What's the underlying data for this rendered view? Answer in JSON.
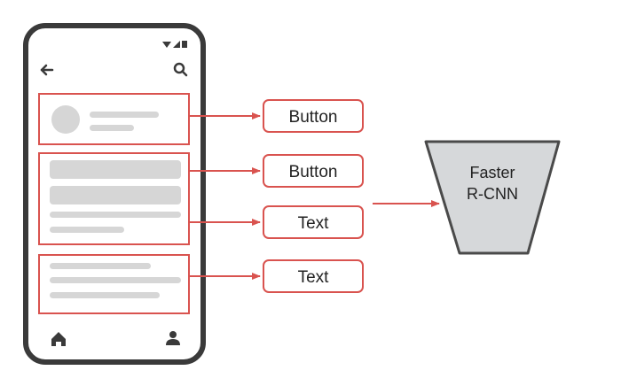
{
  "labels": [
    {
      "id": "button-1",
      "text": "Button"
    },
    {
      "id": "button-2",
      "text": "Button"
    },
    {
      "id": "text-1",
      "text": "Text"
    },
    {
      "id": "text-2",
      "text": "Text"
    }
  ],
  "model": {
    "line1": "Faster",
    "line2": "R-CNN"
  },
  "colors": {
    "accent": "#d9534f",
    "phone_frame": "#3a3a3a",
    "placeholder": "#d6d6d6",
    "model_fill": "#d6d8da",
    "model_stroke": "#4a4a4a"
  },
  "icons": {
    "status": "signal-wifi-battery-icon",
    "back": "arrow-left-icon",
    "search": "search-icon",
    "home": "home-icon",
    "profile": "person-icon"
  }
}
